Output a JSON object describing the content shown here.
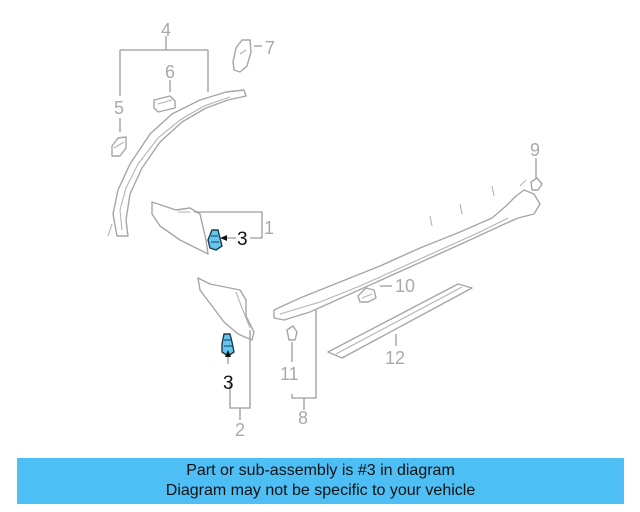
{
  "diagram": {
    "callouts": [
      {
        "id": "1",
        "text": "1"
      },
      {
        "id": "2",
        "text": "2"
      },
      {
        "id": "3a",
        "text": "3"
      },
      {
        "id": "3b",
        "text": "3"
      },
      {
        "id": "4",
        "text": "4"
      },
      {
        "id": "5",
        "text": "5"
      },
      {
        "id": "6",
        "text": "6"
      },
      {
        "id": "7",
        "text": "7"
      },
      {
        "id": "8",
        "text": "8"
      },
      {
        "id": "9",
        "text": "9"
      },
      {
        "id": "10",
        "text": "10"
      },
      {
        "id": "11",
        "text": "11"
      },
      {
        "id": "12",
        "text": "12"
      }
    ],
    "highlight_color": "#63c7f0",
    "line_color": "#9c9c9c"
  },
  "banner": {
    "line1": "Part or sub-assembly is #3 in diagram",
    "line2": "Diagram may not be specific to your vehicle",
    "background": "#4dbff5"
  }
}
